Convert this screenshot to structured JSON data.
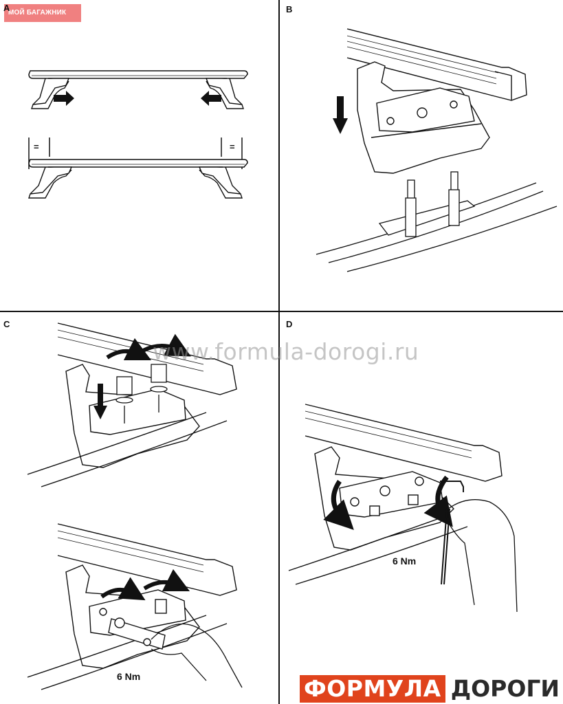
{
  "badge": {
    "text": "МОЙ БАГАЖНИК"
  },
  "panels": {
    "a": {
      "letter": "A",
      "equal_mark_left": "=",
      "equal_mark_right": "="
    },
    "b": {
      "letter": "B"
    },
    "c": {
      "letter": "C",
      "torque": "6 Nm"
    },
    "d": {
      "letter": "D",
      "torque": "6 Nm"
    }
  },
  "watermark": {
    "text": "www.formula-dorogi.ru"
  },
  "logo": {
    "red_part": "ФОРМУЛА",
    "dark_part": "ДОРОГИ",
    "red_color": "#e0431c"
  }
}
